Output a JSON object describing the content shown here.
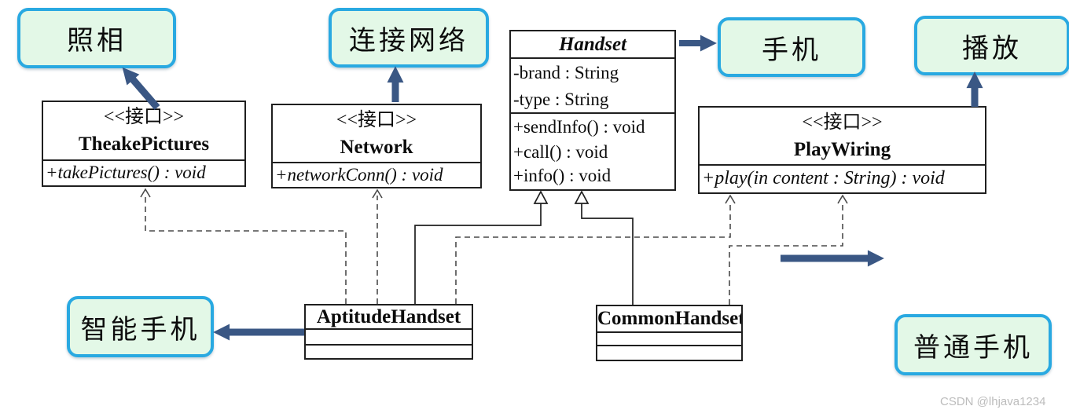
{
  "diagram": {
    "callouts": {
      "photo": "照相",
      "connect_network": "连接网络",
      "phone": "手机",
      "play": "播放",
      "smart_phone": "智能手机",
      "common_phone": "普通手机"
    },
    "classes": {
      "theake_pictures": {
        "stereotype": "<<接口>>",
        "name": "TheakePictures",
        "methods": [
          "+takePictures() : void"
        ]
      },
      "network": {
        "stereotype": "<<接口>>",
        "name": "Network",
        "methods": [
          "+networkConn() : void"
        ]
      },
      "handset": {
        "name": "Handset",
        "attributes": [
          "-brand : String",
          "-type : String"
        ],
        "methods": [
          "+sendInfo() : void",
          "+call() : void",
          "+info() : void"
        ]
      },
      "play_wiring": {
        "stereotype": "<<接口>>",
        "name": "PlayWiring",
        "methods": [
          "+play(in content : String) : void"
        ]
      },
      "aptitude_handset": {
        "name": "AptitudeHandset"
      },
      "common_handset": {
        "name": "CommonHandset"
      }
    },
    "colors": {
      "callout_fill": "#E3F8E7",
      "callout_border": "#29A9E1",
      "arrow": "#3A5784",
      "line": "#1F1F1F"
    },
    "watermark": "CSDN @lhjava1234"
  }
}
